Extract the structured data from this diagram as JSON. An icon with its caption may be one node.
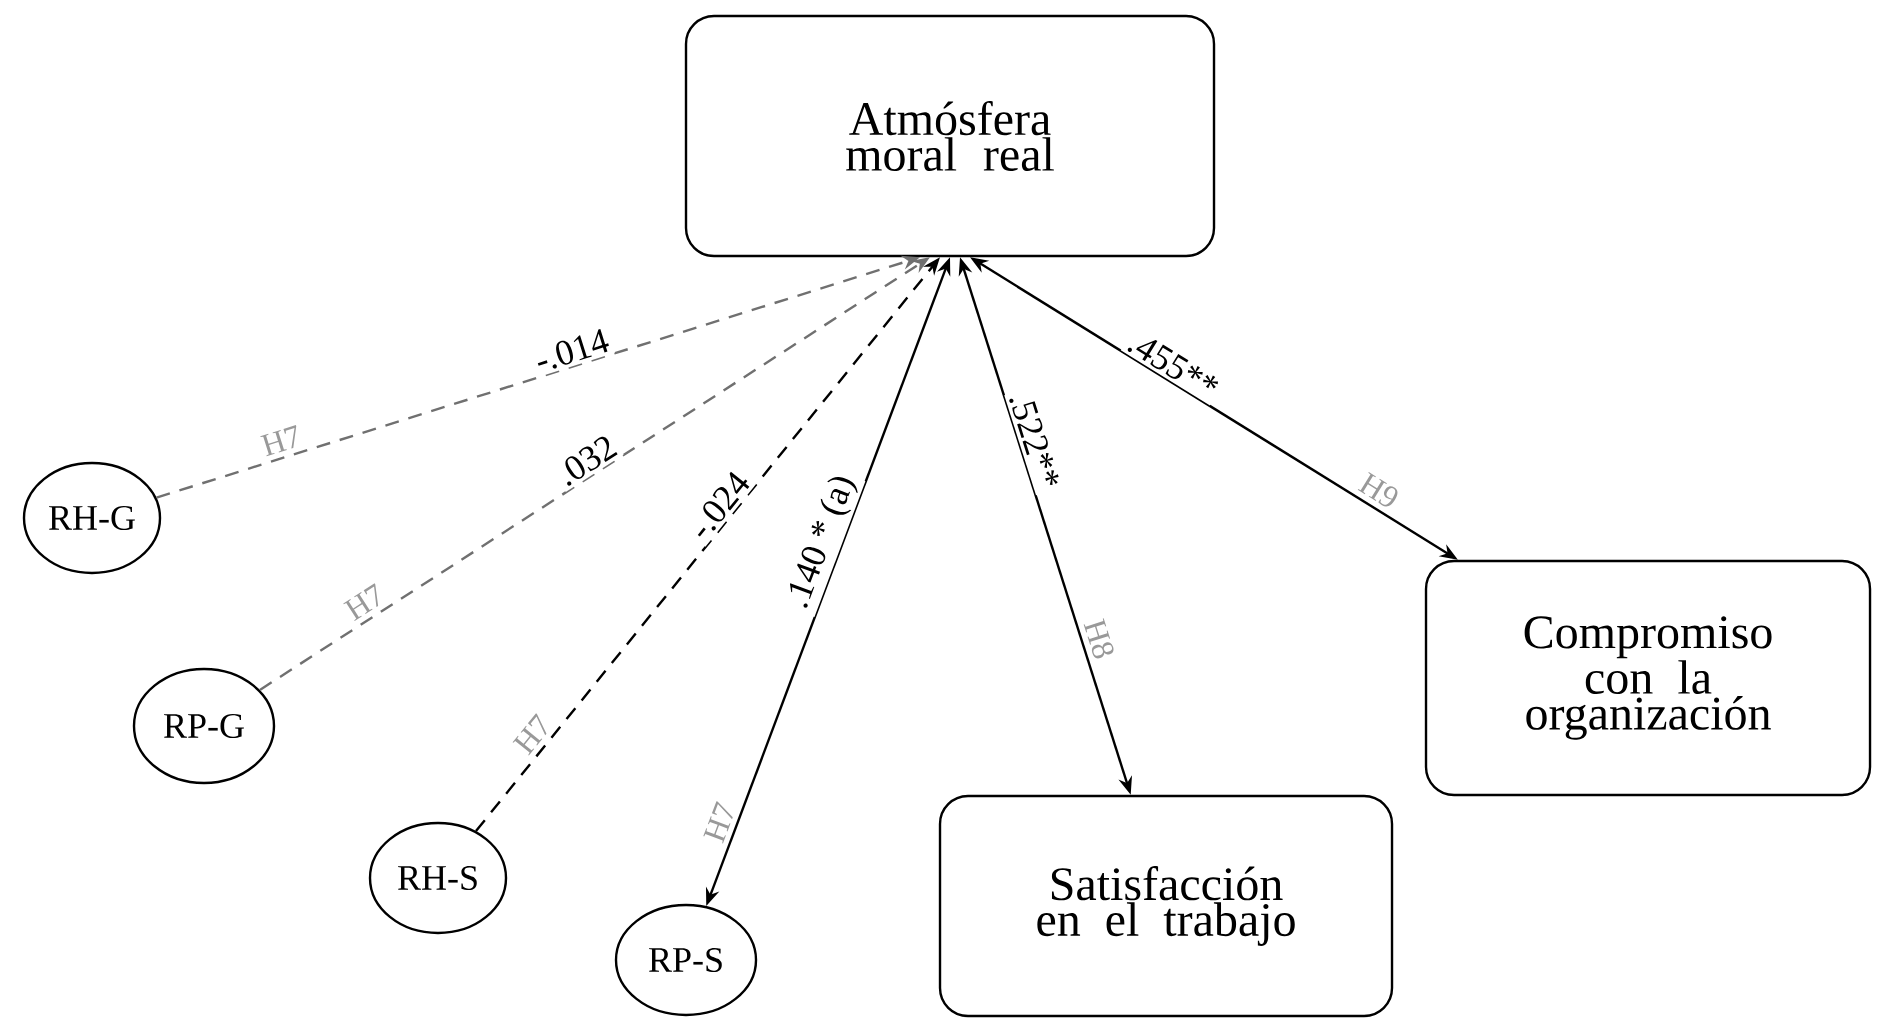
{
  "diagram": {
    "nodes": [
      {
        "text": [
          "Atmósfera moral real"
        ]
      },
      {
        "text": [
          "RH-G"
        ]
      },
      {
        "text": [
          "RP-G"
        ]
      },
      {
        "text": [
          "RH-S"
        ]
      },
      {
        "text": [
          "RP-S"
        ]
      },
      {
        "text": [
          "Satisfacción en el trabajo"
        ]
      },
      {
        "text": [
          "Compromiso con la organización"
        ]
      }
    ],
    "edges": [
      {
        "from": 1,
        "to": 0,
        "arrow": "to",
        "label": "-.014",
        "style": "dashed",
        "color": "#707070"
      },
      {
        "from": 2,
        "to": 0,
        "arrow": "to",
        "label": ".032",
        "style": "dashed",
        "color": "#707070"
      },
      {
        "from": 3,
        "to": 0,
        "arrow": "to",
        "label": "-.024",
        "style": "dashed"
      },
      {
        "from": 4,
        "to": 0,
        "arrow": "both",
        "label": ".140 * (a)"
      },
      {
        "from": 0,
        "to": 5,
        "arrow": "both",
        "label": ".522**"
      },
      {
        "from": 0,
        "to": 6,
        "arrow": "both",
        "label": ".455**"
      }
    ],
    "labels": [
      "H7",
      "H7",
      "H7",
      "H7",
      "H8",
      "H9"
    ]
  }
}
